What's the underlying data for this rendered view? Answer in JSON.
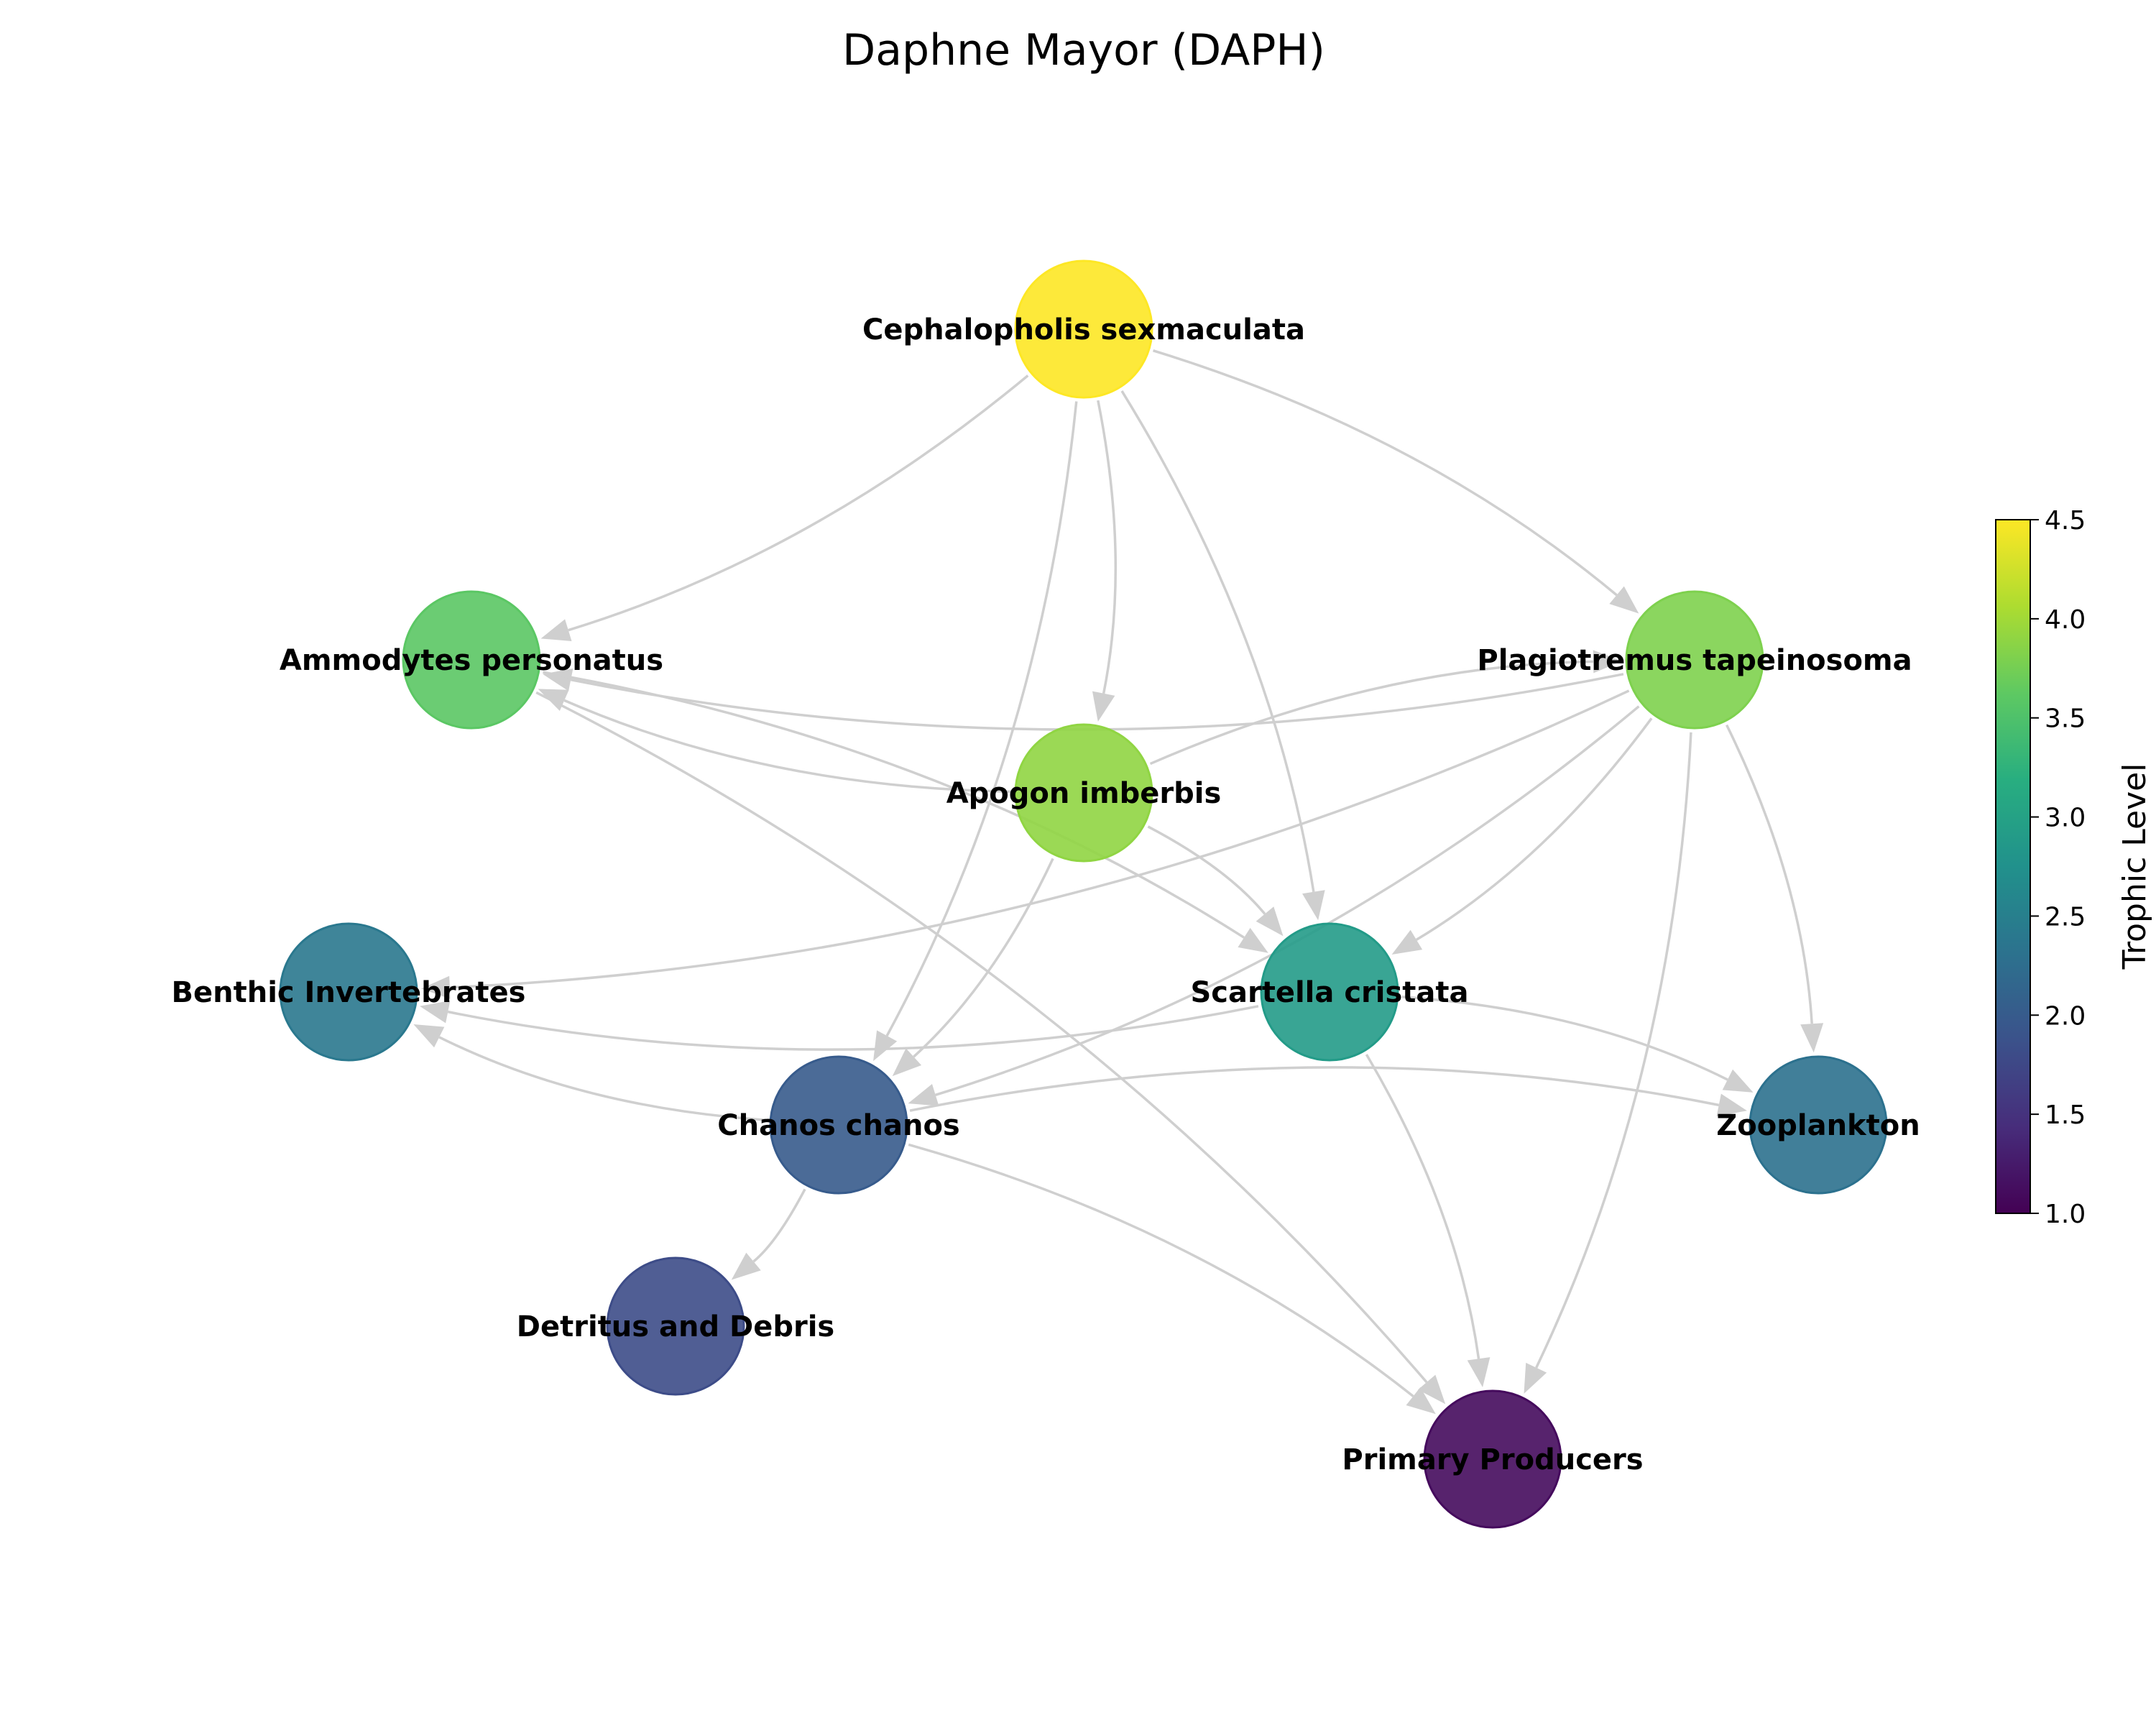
{
  "title": "Daphne Mayor (DAPH)",
  "colorbar": {
    "label": "Trophic Level",
    "min": 1.0,
    "max": 4.5,
    "ticks": [
      "1.0",
      "1.5",
      "2.0",
      "2.5",
      "3.0",
      "3.5",
      "4.0",
      "4.5"
    ]
  },
  "nodes": [
    {
      "id": "cephalopholis",
      "label": "Cephalopholis sexmaculata",
      "trophic": 4.5
    },
    {
      "id": "ammodytes",
      "label": "Ammodytes personatus",
      "trophic": 3.6
    },
    {
      "id": "plagiotremus",
      "label": "Plagiotremus tapeinosoma",
      "trophic": 3.8
    },
    {
      "id": "apogon",
      "label": "Apogon imberbis",
      "trophic": 3.9
    },
    {
      "id": "benthic",
      "label": "Benthic Invertebrates",
      "trophic": 2.4
    },
    {
      "id": "scartella",
      "label": "Scartella cristata",
      "trophic": 2.9
    },
    {
      "id": "chanos",
      "label": "Chanos chanos",
      "trophic": 2.0
    },
    {
      "id": "zooplankton",
      "label": "Zooplankton",
      "trophic": 2.3
    },
    {
      "id": "detritus",
      "label": "Detritus and Debris",
      "trophic": 1.8
    },
    {
      "id": "primary",
      "label": "Primary Producers",
      "trophic": 1.1
    }
  ],
  "edges": [
    [
      "cephalopholis",
      "ammodytes"
    ],
    [
      "cephalopholis",
      "plagiotremus"
    ],
    [
      "cephalopholis",
      "apogon"
    ],
    [
      "cephalopholis",
      "chanos"
    ],
    [
      "cephalopholis",
      "scartella"
    ],
    [
      "plagiotremus",
      "ammodytes"
    ],
    [
      "plagiotremus",
      "benthic"
    ],
    [
      "plagiotremus",
      "scartella"
    ],
    [
      "plagiotremus",
      "chanos"
    ],
    [
      "plagiotremus",
      "zooplankton"
    ],
    [
      "plagiotremus",
      "primary"
    ],
    [
      "apogon",
      "ammodytes"
    ],
    [
      "apogon",
      "plagiotremus"
    ],
    [
      "apogon",
      "chanos"
    ],
    [
      "apogon",
      "scartella"
    ],
    [
      "ammodytes",
      "scartella"
    ],
    [
      "ammodytes",
      "primary"
    ],
    [
      "scartella",
      "benthic"
    ],
    [
      "scartella",
      "zooplankton"
    ],
    [
      "scartella",
      "primary"
    ],
    [
      "chanos",
      "benthic"
    ],
    [
      "chanos",
      "zooplankton"
    ],
    [
      "chanos",
      "detritus"
    ],
    [
      "chanos",
      "primary"
    ]
  ]
}
